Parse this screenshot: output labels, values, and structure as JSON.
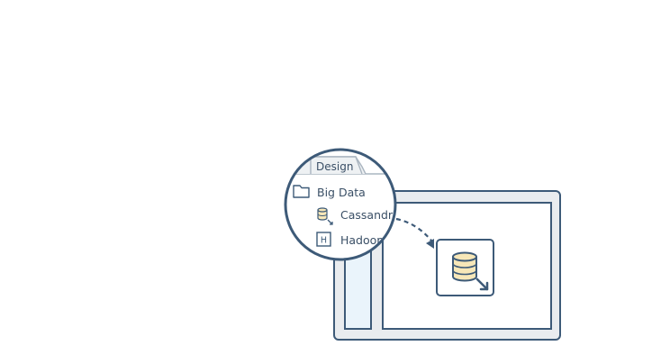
{
  "design_tab": {
    "label": "Design"
  },
  "palette": {
    "folder": {
      "label": "Big Data",
      "icon": "folder-icon"
    },
    "items": [
      {
        "label": "Cassandra",
        "icon": "cassandra-database-icon"
      },
      {
        "label": "Hadoop",
        "icon": "hadoop-h-icon",
        "icon_letter": "H"
      }
    ]
  },
  "canvas_component": {
    "icon": "database-input-icon"
  },
  "colors": {
    "outline": "#3d5a78",
    "window_fill": "#e9ecef",
    "panel_fill": "#eaf4fb",
    "db_fill": "#f7e7b8"
  }
}
